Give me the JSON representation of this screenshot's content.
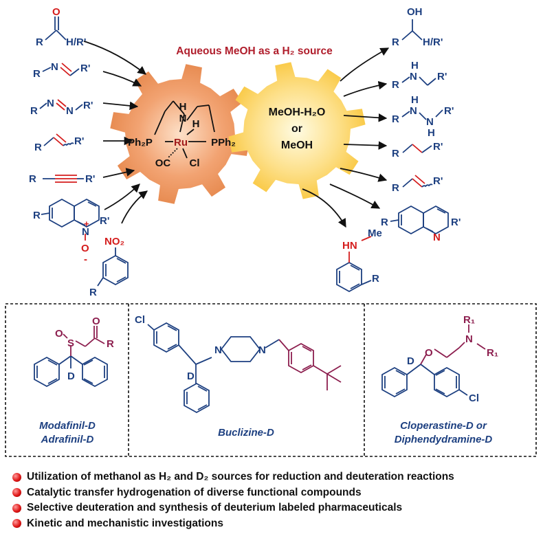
{
  "header_text": "Aqueous MeOH as a H₂ source",
  "left_gear": {
    "p_left": "Ph₂P",
    "p_right": "PPh₂",
    "metal": "Ru",
    "n_label": "N",
    "n_h": "H",
    "ru_h": "H",
    "co_label": "OC",
    "cl_label": "Cl",
    "color": "#ec9460"
  },
  "right_gear": {
    "line1": "MeOH-H₂O",
    "line2": "or",
    "line3": "MeOH",
    "color": "#fcd25a"
  },
  "substrates": {
    "carbonyl": {
      "r": "R",
      "o": "O",
      "h": "H/R'"
    },
    "imine": {
      "r": "R",
      "n": "N",
      "rp": "R'"
    },
    "azo": {
      "r": "R",
      "n1": "N",
      "n2": "N",
      "rp": "R'"
    },
    "alkene": {
      "r": "R",
      "rp": "R'"
    },
    "alkyne": {
      "r": "R",
      "rp": "R'"
    },
    "n_oxide": {
      "r": "R",
      "rp": "R'",
      "n": "N",
      "plus": "+",
      "o": "O",
      "minus": "-"
    },
    "nitro": {
      "r": "R",
      "no2": "NO₂"
    }
  },
  "products": {
    "alcohol": {
      "r": "R",
      "oh": "OH",
      "h": "H/R'"
    },
    "amine": {
      "r": "R",
      "h": "H",
      "n": "N",
      "rp": "R'"
    },
    "hydrazine": {
      "r": "R",
      "h1": "H",
      "n1": "N",
      "h2": "H",
      "n2": "N",
      "rp": "R'"
    },
    "alkane": {
      "r": "R",
      "rp": "R'"
    },
    "alkene": {
      "r": "R",
      "rp": "R'"
    },
    "quinoline": {
      "r": "R",
      "rp": "R'",
      "n": "N"
    },
    "n_methylaniline": {
      "hn": "HN",
      "me": "Me",
      "r": "R"
    }
  },
  "drugs": [
    {
      "name_line1": "Modafinil-D",
      "name_line2": "Adrafinil-D",
      "atoms": {
        "o1": "O",
        "s": "S",
        "o2": "O",
        "r": "R",
        "d": "D"
      }
    },
    {
      "name_line1": "Buclizine-D",
      "atoms": {
        "cl": "Cl",
        "n1": "N",
        "n2": "N",
        "d": "D"
      }
    },
    {
      "name_line1": "Cloperastine-D or",
      "name_line2": "Diphendydramine-D",
      "atoms": {
        "r1a": "R₁",
        "n": "N",
        "r1b": "R₁",
        "o": "O",
        "d": "D",
        "cl": "Cl"
      }
    }
  ],
  "bullets": [
    "Utilization of methanol as H₂ and D₂ sources for reduction and deuteration reactions",
    "Catalytic transfer hydrogenation of diverse functional compounds",
    "Selective deuteration and synthesis of deuterium labeled pharmaceuticals",
    "Kinetic and mechanistic investigations"
  ],
  "colors": {
    "blue": "#1c3f80",
    "red": "#d41c1c",
    "maroon": "#8c1e4e",
    "black": "#111111"
  }
}
